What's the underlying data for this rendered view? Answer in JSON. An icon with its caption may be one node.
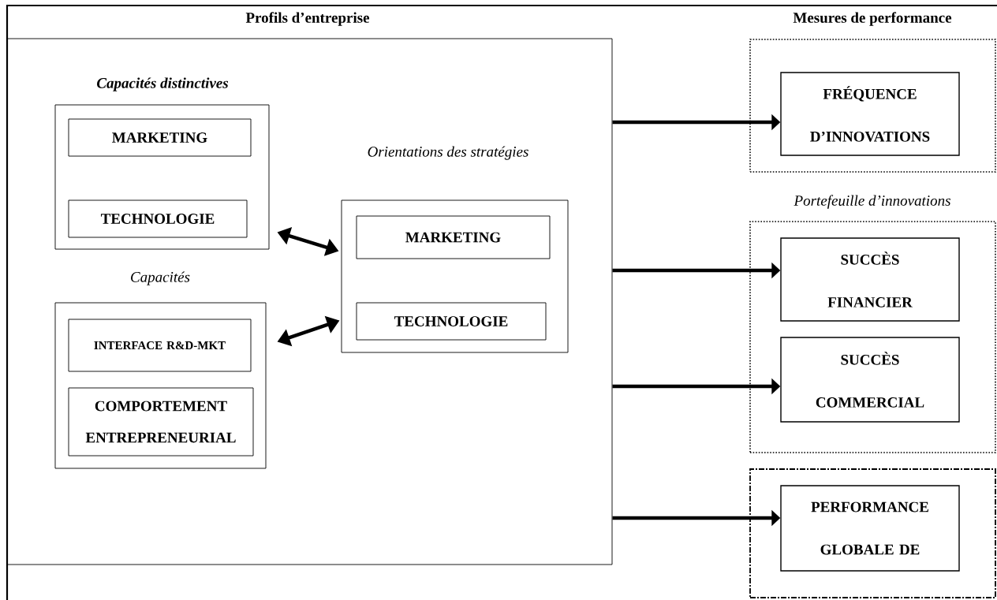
{
  "diagram": {
    "nodes": [
      {
        "text": [
          "Profils d’entreprise"
        ]
      },
      {
        "text": [
          "Capacités distinctives"
        ],
        "in": 0
      },
      {
        "text": [
          "MARKETING"
        ],
        "in": 1
      },
      {
        "text": [
          "TECHNOLOGIE"
        ],
        "in": 1
      },
      {
        "text": [
          "Capacités"
        ],
        "in": 0
      },
      {
        "text": [
          "INTERFACE R&D-MKT"
        ],
        "in": 4
      },
      {
        "text": [
          "COMPORTEMENT ENTREPRENEURIAL"
        ],
        "in": 4
      },
      {
        "text": [
          "Orientations des stratégies"
        ],
        "in": 0
      },
      {
        "text": [
          "MARKETING"
        ],
        "in": 7
      },
      {
        "text": [
          "TECHNOLOGIE"
        ],
        "in": 7
      },
      {
        "text": [],
        "shape": "box"
      },
      {
        "text": [
          "FRÉQUENCE D’INNOVATIONS"
        ],
        "in": 10
      },
      {
        "text": [
          "Portefeuille d’innovations"
        ]
      },
      {
        "text": [
          "SUCCÈS FINANCIER"
        ],
        "in": 12
      },
      {
        "text": [
          "SUCCÈS COMMERCIAL"
        ],
        "in": 12
      },
      {
        "text": [],
        "shape": "box"
      },
      {
        "text": [
          "PERFORMANCE GLOBALE DE"
        ],
        "in": 15
      }
    ],
    "edges": [
      {
        "from": 1,
        "to": 7,
        "arrow": "both"
      },
      {
        "from": 4,
        "to": 7,
        "arrow": "both"
      },
      {
        "from": 0,
        "to": 11,
        "arrow": "to"
      },
      {
        "from": 0,
        "to": 13,
        "arrow": "to"
      },
      {
        "from": 0,
        "to": 14,
        "arrow": "to"
      },
      {
        "from": 0,
        "to": 16,
        "arrow": "to"
      }
    ],
    "labels": [
      "Mesures de performance"
    ]
  }
}
